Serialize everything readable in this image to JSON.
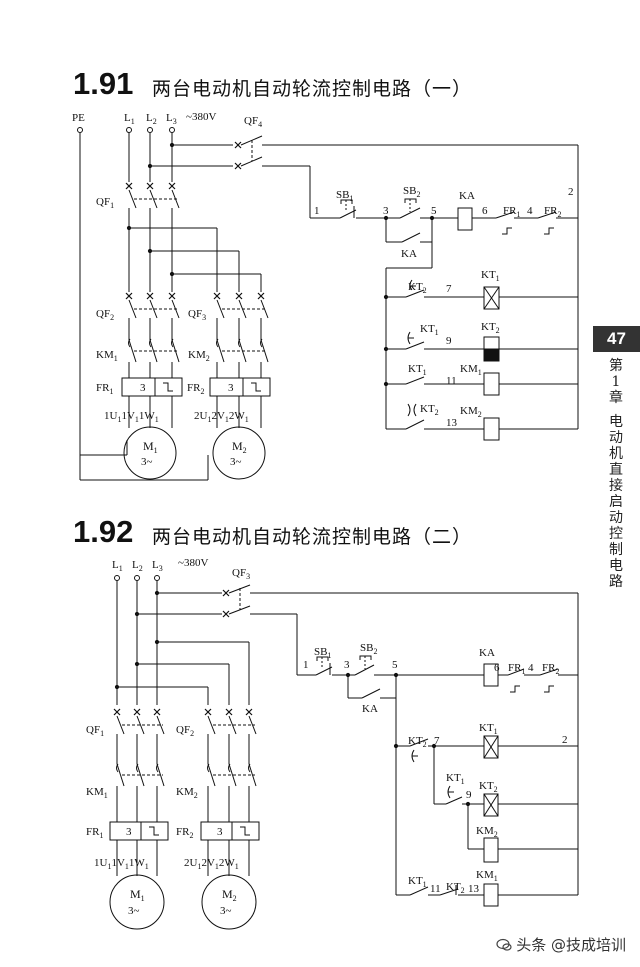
{
  "sections": [
    {
      "number": "1.91",
      "title": "两台电动机自动轮流控制电路（一）"
    },
    {
      "number": "1.92",
      "title": "两台电动机自动轮流控制电路（二）"
    }
  ],
  "sidebar": {
    "page_number": "47",
    "chapter": [
      "第",
      "1",
      "章",
      "电",
      "动",
      "机",
      "直",
      "接",
      "启",
      "动",
      "控",
      "制",
      "电",
      "路"
    ]
  },
  "watermark": "头条 @技成培训",
  "diagram1": {
    "pe": "PE",
    "voltage": "~380V",
    "qf_breaker": "QF",
    "qf_breaker_sub": "4",
    "qf_main": "QF",
    "qf_main_sub": "1",
    "qf_m1": "QF",
    "qf_m1_sub": "2",
    "qf_m2": "QF",
    "qf_m2_sub": "3",
    "km_m1": "KM",
    "km_m1_sub": "1",
    "km_m2": "KM",
    "km_m2_sub": "2",
    "fr_m1": "FR",
    "fr_m1_sub": "1",
    "fr_m2": "FR",
    "fr_m2_sub": "2",
    "fr_value": "3",
    "m1": "M",
    "m1_sub": "1",
    "m2": "M",
    "m2_sub": "2",
    "motor_spec": "3~",
    "sb1": "SB",
    "sb1_sub": "1",
    "sb2": "SB",
    "sb2_sub": "2",
    "ka": "KA",
    "ka_contact": "KA",
    "kt1": "KT",
    "kt1_sub": "1",
    "kt2": "KT",
    "kt2_sub": "2"
  },
  "diagram2": {
    "voltage": "~380V",
    "qf_breaker": "QF",
    "qf_breaker_sub": "3",
    "qf_m1": "QF",
    "qf_m1_sub": "1",
    "qf_m2": "QF",
    "qf_m2_sub": "2",
    "km_m1": "KM",
    "km_m1_sub": "1",
    "km_m2": "KM",
    "km_m2_sub": "2",
    "fr_m1": "FR",
    "fr_m1_sub": "1",
    "fr_m2": "FR",
    "fr_m2_sub": "2",
    "fr_value": "3",
    "m1": "M",
    "m1_sub": "1",
    "m2": "M",
    "m2_sub": "2",
    "motor_spec": "3~",
    "sb1": "SB",
    "sb1_sub": "1",
    "sb2": "SB",
    "sb2_sub": "2",
    "ka": "KA",
    "ka_contact": "KA",
    "kt1": "KT",
    "kt1_sub": "1",
    "kt2": "KT",
    "kt2_sub": "2"
  }
}
